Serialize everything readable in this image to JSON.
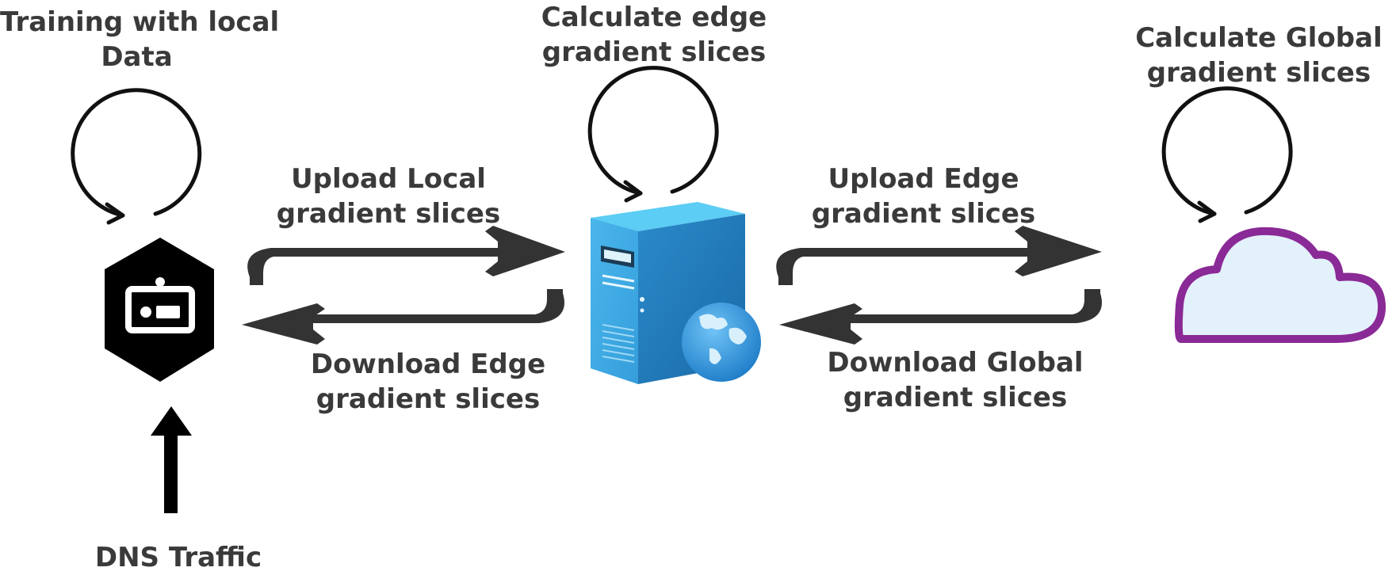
{
  "labels": {
    "training": [
      "Training with local",
      "Data"
    ],
    "edge_calc": [
      "Calculate edge",
      "gradient slices"
    ],
    "global_calc": [
      "Calculate Global",
      "gradient slices"
    ],
    "upload_local": [
      "Upload Local",
      "gradient slices"
    ],
    "download_edge": [
      "Download Edge",
      "gradient slices"
    ],
    "upload_edge": [
      "Upload Edge",
      "gradient slices"
    ],
    "download_global": [
      "Download Global",
      "gradient slices"
    ],
    "dns": [
      "DNS Traffic"
    ]
  },
  "icons": {
    "device": "iot-device-hexagon-icon",
    "server": "edge-server-globe-icon",
    "cloud": "cloud-icon"
  },
  "colors": {
    "text": "#3a3a3a",
    "arrow": "#333333",
    "loop": "#111111",
    "device_fill": "#000000",
    "server_front": "#3aa0dc",
    "server_side": "#1f78b9",
    "server_top": "#5ccdf5",
    "globe": "#2c8fd6",
    "cloud_fill": "#e3f1fb",
    "cloud_stroke": "#8a2a96"
  }
}
